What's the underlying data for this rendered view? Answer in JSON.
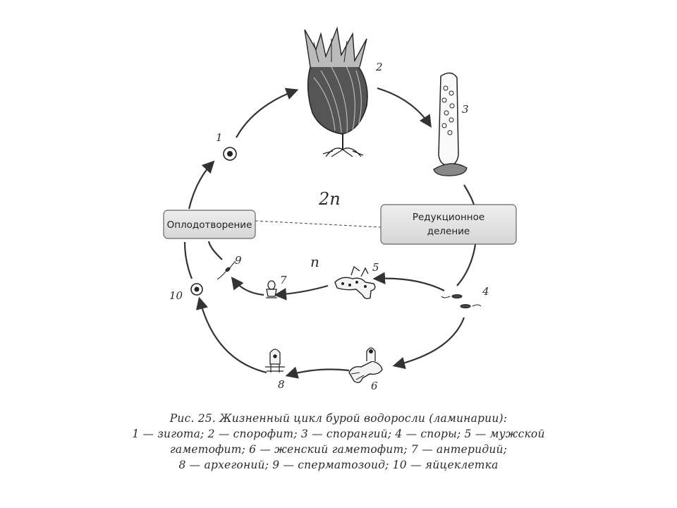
{
  "diagram": {
    "ploidy_2n": "2n",
    "ploidy_n": "n",
    "box_fertilization": "Оплодотворение",
    "box_reduction_line1": "Редукционное",
    "box_reduction_line2": "деление",
    "stages": [
      {
        "num": "1",
        "name": "зигота"
      },
      {
        "num": "2",
        "name": "спорофит"
      },
      {
        "num": "3",
        "name": "спорангий"
      },
      {
        "num": "4",
        "name": "споры"
      },
      {
        "num": "5",
        "name": "мужской гаметофит"
      },
      {
        "num": "6",
        "name": "женский гаметофит"
      },
      {
        "num": "7",
        "name": "антеридий"
      },
      {
        "num": "8",
        "name": "архегоний"
      },
      {
        "num": "9",
        "name": "сперматозоид"
      },
      {
        "num": "10",
        "name": "яйцеклетка"
      }
    ]
  },
  "caption": {
    "line1": "Рис. 25. Жизненный цикл бурой водоросли (ламинарии):",
    "line2": "1 — зигота; 2 — спорофит; 3 — спорангий; 4 — споры; 5 — мужской",
    "line3": "гаметофит; 6 — женский гаметофит; 7 — антеридий;",
    "line4": "8 — архегоний; 9 — сперматозоид; 10 — яйцеклетка"
  }
}
